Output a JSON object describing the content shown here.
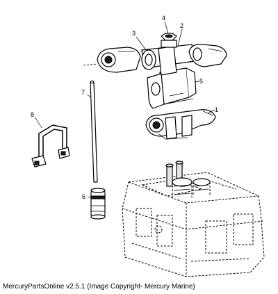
{
  "caption": "MercuryPartsOnline v2.5.1 (Image Copyright- Mercury Marine)",
  "callouts": [
    "1",
    "2",
    "3",
    "4",
    "5",
    "6",
    "7",
    "8"
  ]
}
